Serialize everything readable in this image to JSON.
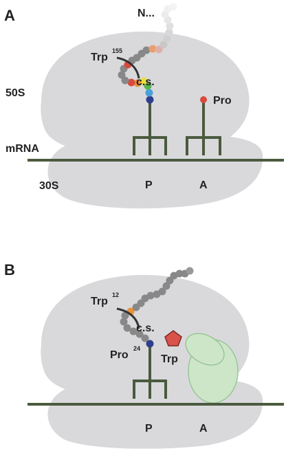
{
  "panel_a": {
    "letter": "A",
    "n_terminus": "N...",
    "trp_label": "Trp",
    "trp_sup": "155",
    "cs_label": "c.s.",
    "large_subunit": "50S",
    "pro_label": "Pro",
    "mrna_label": "mRNA",
    "small_subunit": "30S",
    "p_site": "P",
    "a_site": "A"
  },
  "panel_b": {
    "letter": "B",
    "trp_label": "Trp",
    "trp_sup": "12",
    "cs_label": "c.s.",
    "pro_label": "Pro",
    "pro_sup": "24",
    "free_trp_label": "Trp",
    "p_site": "P",
    "a_site": "A"
  },
  "colors": {
    "ribosome": "#d9d9dc",
    "trna_mrna": "#4a5a3e",
    "chain_bead": "#8a8a8a",
    "trp_free": "#d9534a",
    "release_factor": "#cde6c8",
    "pro_dot": "#d94a3c",
    "p_site_residue": "#2f3f8f"
  }
}
